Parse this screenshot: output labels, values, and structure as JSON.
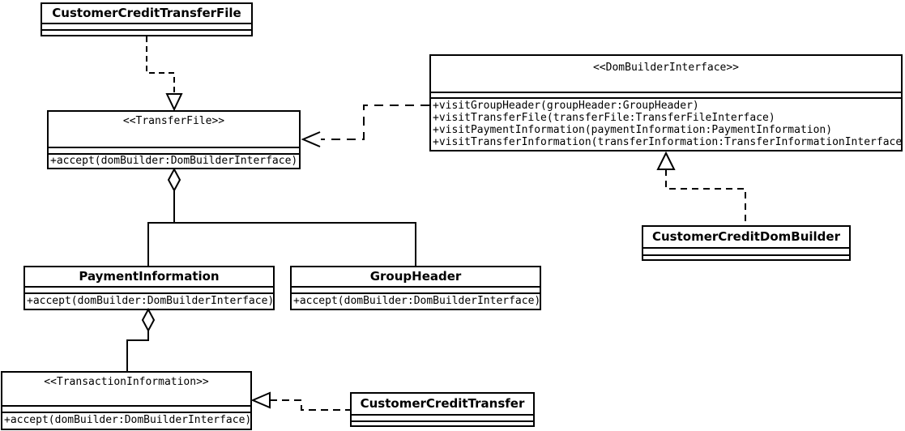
{
  "diagram": {
    "type": "uml-class-diagram",
    "colors": {
      "line": "#000000",
      "background": "#ffffff",
      "box_fill": "#ffffff"
    },
    "classes": [
      {
        "id": "customer-credit-transfer-file",
        "title": "CustomerCreditTransferFile",
        "kind": "class",
        "methods": []
      },
      {
        "id": "transfer-file",
        "title": "<<TransferFile>>",
        "kind": "interface",
        "methods": [
          "+accept(domBuilder:DomBuilderInterface)"
        ]
      },
      {
        "id": "dom-builder-interface",
        "title": "<<DomBuilderInterface>>",
        "kind": "interface",
        "methods": [
          "+visitGroupHeader(groupHeader:GroupHeader)",
          "+visitTransferFile(transferFile:TransferFileInterface)",
          "+visitPaymentInformation(paymentInformation:PaymentInformation)",
          "+visitTransferInformation(transferInformation:TransferInformationInterface)"
        ]
      },
      {
        "id": "customer-credit-dom-builder",
        "title": "CustomerCreditDomBuilder",
        "kind": "class",
        "methods": []
      },
      {
        "id": "payment-information",
        "title": "PaymentInformation",
        "kind": "class",
        "methods": [
          "+accept(domBuilder:DomBuilderInterface)"
        ]
      },
      {
        "id": "group-header",
        "title": "GroupHeader",
        "kind": "class",
        "methods": [
          "+accept(domBuilder:DomBuilderInterface)"
        ]
      },
      {
        "id": "transaction-information",
        "title": "<<TransactionInformation>>",
        "kind": "interface",
        "methods": [
          "+accept(domBuilder:DomBuilderInterface)"
        ]
      },
      {
        "id": "customer-credit-transfer",
        "title": "CustomerCreditTransfer",
        "kind": "class",
        "methods": []
      }
    ],
    "relationships": [
      {
        "from": "CustomerCreditTransferFile",
        "to": "TransferFile",
        "type": "realization (dashed, hollow triangle)"
      },
      {
        "from": "TransferFile",
        "to": "PaymentInformation",
        "type": "aggregation (hollow diamond)"
      },
      {
        "from": "TransferFile",
        "to": "GroupHeader",
        "type": "aggregation (hollow diamond)"
      },
      {
        "from": "PaymentInformation",
        "to": "TransactionInformation",
        "type": "aggregation (hollow diamond)"
      },
      {
        "from": "DomBuilderInterface",
        "to": "TransferFile",
        "type": "dependency (dashed, open arrow)"
      },
      {
        "from": "CustomerCreditDomBuilder",
        "to": "DomBuilderInterface",
        "type": "realization (dashed, hollow triangle)"
      },
      {
        "from": "CustomerCreditTransfer",
        "to": "TransactionInformation",
        "type": "realization (dashed, hollow triangle)"
      }
    ]
  }
}
